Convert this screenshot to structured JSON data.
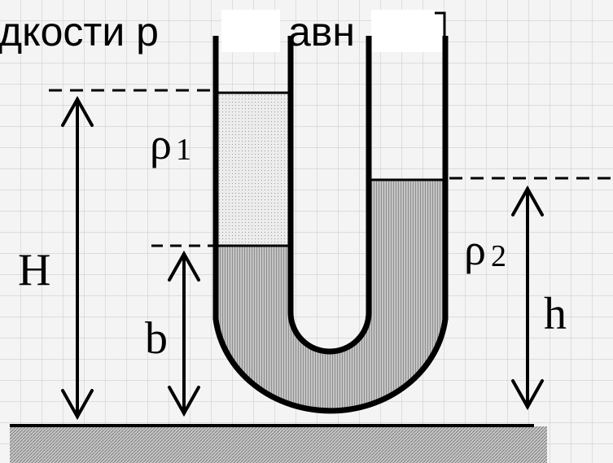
{
  "slide": {
    "title_fragment_left": "дкости р",
    "title_fragment_mid": "авн"
  },
  "labels": {
    "rho1_base": "ρ",
    "rho1_sub": "1",
    "rho2_base": "ρ",
    "rho2_sub": "2",
    "H": "H",
    "b": "b",
    "h": "h"
  },
  "colors": {
    "grid_line": "#c9c9c9",
    "background": "#f4f4f4",
    "liquid1_fill": "#e6e6e6",
    "liquid2_fill": "#bdbdbd",
    "ground_fill": "#c2c2c2",
    "stroke": "#000000"
  }
}
